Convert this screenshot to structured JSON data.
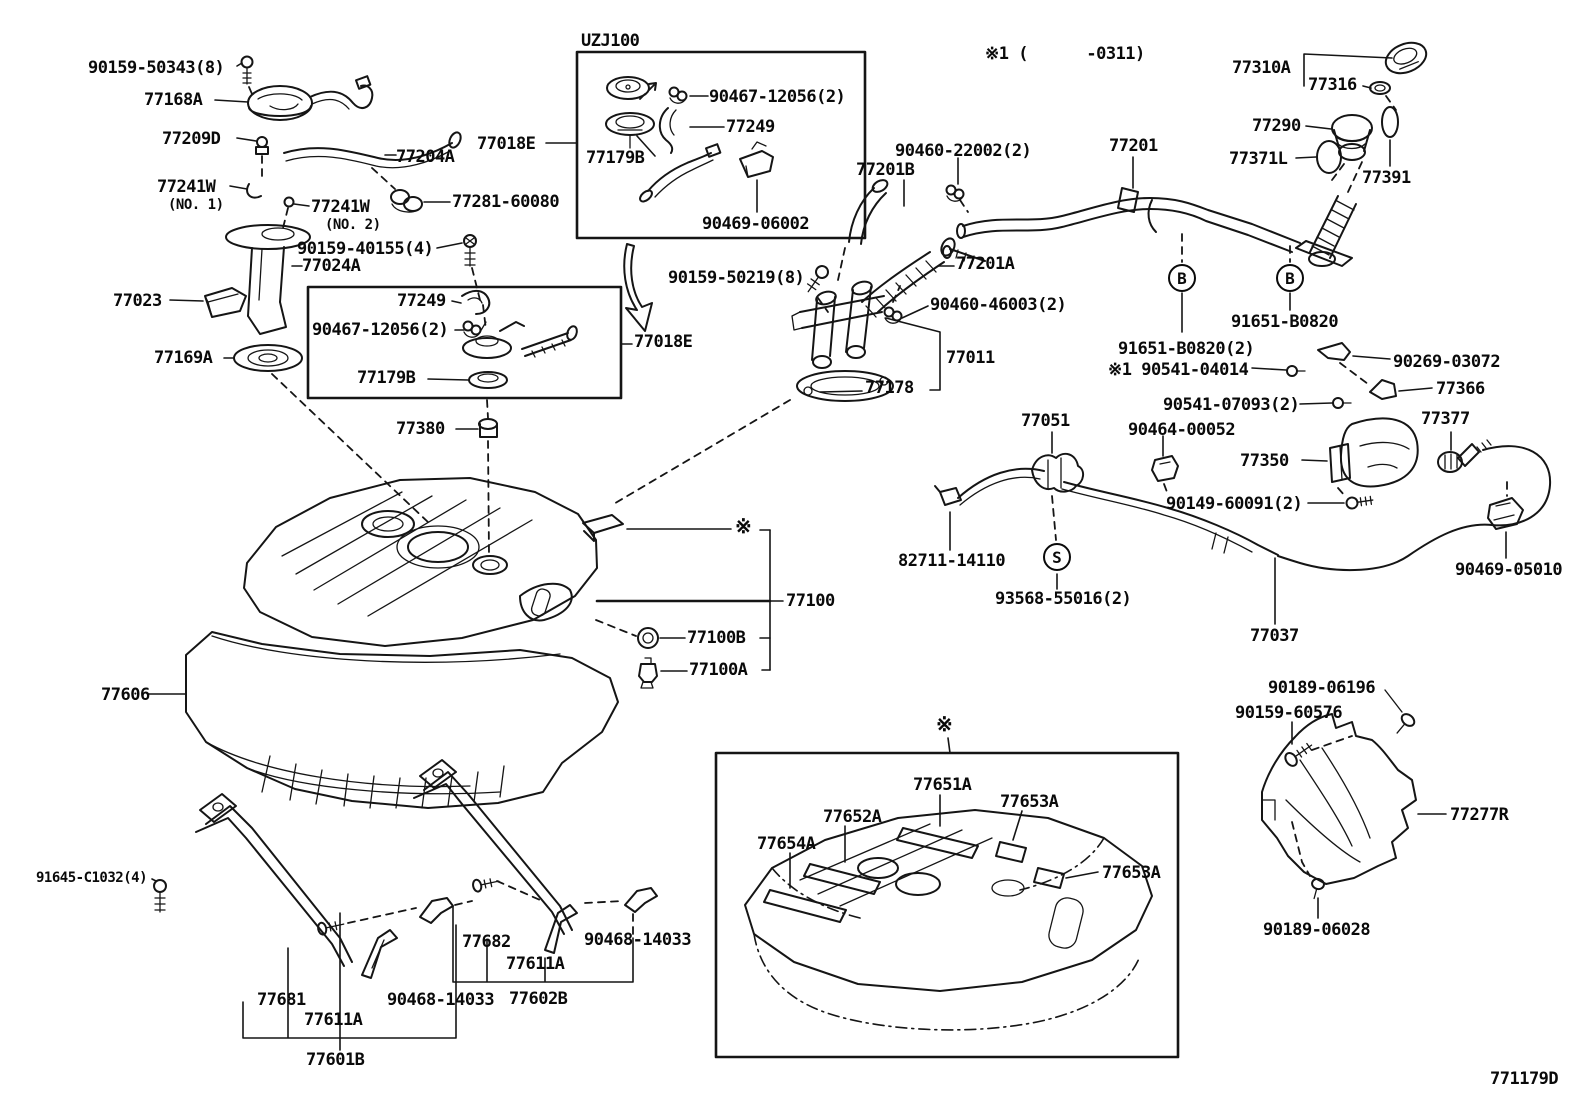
{
  "diagram": {
    "figure_code": "771179D",
    "model_note": "UZJ100",
    "variant_note": "※1 (      -0311)",
    "labels": {
      "l01": "90159-50343(8)",
      "l02": "77168A",
      "l03": "77209D",
      "l04": "77204A",
      "l05": "77241W",
      "l06": "(NO. 1)",
      "l07": "77241W",
      "l08": "(NO. 2)",
      "l09": "77281-60080",
      "l10": "90159-40155(4)",
      "l11": "77024A",
      "l12": "77023",
      "l13": "77169A",
      "l14": "UZJ100",
      "l15": "90467-12056(2)",
      "l16": "77249",
      "l17": "77179B",
      "l18": "90469-06002",
      "l19": "77018E",
      "l20": "77018E",
      "l21": "77249",
      "l22": "90467-12056(2)",
      "l23": "77179B",
      "l24": "77380",
      "l25": "90460-22002(2)",
      "l26": "77201B",
      "l27": "77201",
      "l28": "90159-50219(8)",
      "l29": "77201A",
      "l30": "90460-46003(2)",
      "l31": "77011",
      "l32": "77178",
      "l33": "※1 (      -0311)",
      "l34": "77310A",
      "l35": "77316",
      "l36": "77290",
      "l37": "77371L",
      "l38": "77391",
      "l39": "B",
      "l40": "B",
      "l41": "91651-B0820",
      "l42": "91651-B0820(2)",
      "l43": "※1 90541-04014",
      "l44": "90541-07093(2)",
      "l45": "90464-00052",
      "l46": "77350",
      "l47": "90269-03072",
      "l48": "77366",
      "l49": "77377",
      "l50": "77051",
      "l51": "82711-14110",
      "l52": "S",
      "l53": "93568-55016(2)",
      "l54": "90149-60091(2)",
      "l55": "90469-05010",
      "l56": "77037",
      "l57": "※",
      "l58": "77100",
      "l59": "77100B",
      "l60": "77100A",
      "l61": "77606",
      "l62": "91645-C1032(4)",
      "l63": "77682",
      "l64": "77611A",
      "l65": "90468-14033",
      "l66": "77681",
      "l67": "77611A",
      "l68": "90468-14033",
      "l69": "77602B",
      "l70": "77601B",
      "l71": "※",
      "l72": "77651A",
      "l73": "77653A",
      "l74": "77652A",
      "l75": "77654A",
      "l76": "77653A",
      "l77": "90189-06196",
      "l78": "90159-60576",
      "l79": "77277R",
      "l80": "90189-06028",
      "l81": "771179D"
    }
  }
}
